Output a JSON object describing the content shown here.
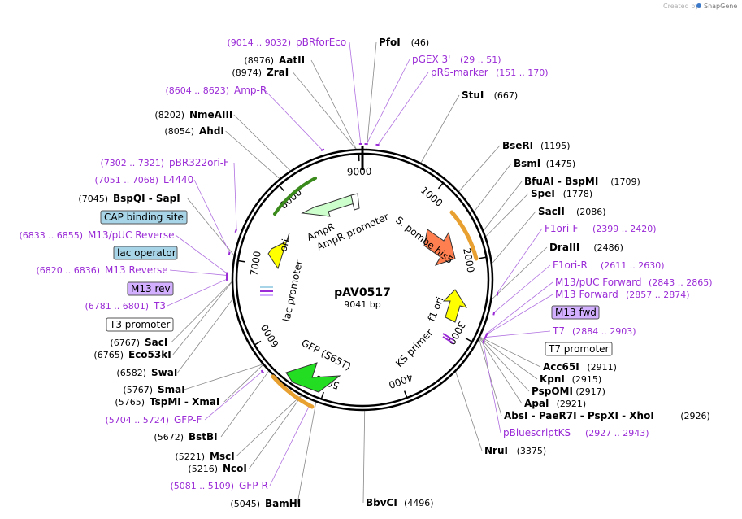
{
  "map": {
    "name": "pAV0517",
    "size_label": "9041 bp",
    "total_bp": 9041
  },
  "credit": {
    "prefix": "Created by",
    "brand": "SnapGene"
  },
  "ticks": [
    "1000",
    "2000",
    "3000",
    "4000",
    "5000",
    "6000",
    "7000",
    "8000",
    "9000"
  ],
  "enzymes": [
    {
      "name": "PfoI",
      "pos": "(46)",
      "bp": 46
    },
    {
      "name": "StuI",
      "pos": "(667)",
      "bp": 667
    },
    {
      "name": "BseRI",
      "pos": "(1195)",
      "bp": 1195
    },
    {
      "name": "BsmI",
      "pos": "(1475)",
      "bp": 1475
    },
    {
      "name": "BfuAI - BspMI",
      "pos": "(1709)",
      "bp": 1709
    },
    {
      "name": "SpeI",
      "pos": "(1778)",
      "bp": 1778
    },
    {
      "name": "SacII",
      "pos": "(2086)",
      "bp": 2086
    },
    {
      "name": "DraIII",
      "pos": "(2486)",
      "bp": 2486
    },
    {
      "name": "Acc65I",
      "pos": "(2911)",
      "bp": 2911
    },
    {
      "name": "KpnI",
      "pos": "(2915)",
      "bp": 2915
    },
    {
      "name": "PspOMI",
      "pos": "(2917)",
      "bp": 2917
    },
    {
      "name": "ApaI",
      "pos": "(2921)",
      "bp": 2921
    },
    {
      "name": "AbsI - PaeR7I - PspXI - XhoI",
      "pos": "(2926)",
      "bp": 2926
    },
    {
      "name": "NruI",
      "pos": "(3375)",
      "bp": 3375
    },
    {
      "name": "BbvCI",
      "pos": "(4496)",
      "bp": 4496
    },
    {
      "name": "BamHI",
      "pos": "(5045)",
      "bp": 5045
    },
    {
      "name": "NcoI",
      "pos": "(5216)",
      "bp": 5216
    },
    {
      "name": "MscI",
      "pos": "(5221)",
      "bp": 5221
    },
    {
      "name": "BstBI",
      "pos": "(5672)",
      "bp": 5672
    },
    {
      "name": "TspMI - XmaI",
      "pos": "(5765)",
      "bp": 5765
    },
    {
      "name": "SmaI",
      "pos": "(5767)",
      "bp": 5767
    },
    {
      "name": "SwaI",
      "pos": "(6582)",
      "bp": 6582
    },
    {
      "name": "Eco53kI",
      "pos": "(6765)",
      "bp": 6765
    },
    {
      "name": "SacI",
      "pos": "(6767)",
      "bp": 6767
    },
    {
      "name": "BspQI - SapI",
      "pos": "(7045)",
      "bp": 7045
    },
    {
      "name": "AhdI",
      "pos": "(8054)",
      "bp": 8054
    },
    {
      "name": "NmeAIII",
      "pos": "(8202)",
      "bp": 8202
    },
    {
      "name": "ZraI",
      "pos": "(8974)",
      "bp": 8974
    },
    {
      "name": "AatII",
      "pos": "(8976)",
      "bp": 8976
    }
  ],
  "primers": [
    {
      "name": "pBRforEco",
      "range": "(9014 .. 9032)",
      "bp": 9023
    },
    {
      "name": "pGEX 3'",
      "range": "(29 .. 51)",
      "bp": 40
    },
    {
      "name": "pRS-marker",
      "range": "(151 .. 170)",
      "bp": 160
    },
    {
      "name": "Amp-R",
      "range": "(8604 .. 8623)",
      "bp": 8613
    },
    {
      "name": "pBR322ori-F",
      "range": "(7302 .. 7321)",
      "bp": 7311
    },
    {
      "name": "L4440",
      "range": "(7051 .. 7068)",
      "bp": 7060
    },
    {
      "name": "M13/pUC Reverse",
      "range": "(6833 .. 6855)",
      "bp": 6844
    },
    {
      "name": "M13 Reverse",
      "range": "(6820 .. 6836)",
      "bp": 6828
    },
    {
      "name": "T3",
      "range": "(6781 .. 6801)",
      "bp": 6791
    },
    {
      "name": "GFP-F",
      "range": "(5704 .. 5724)",
      "bp": 5714
    },
    {
      "name": "GFP-R",
      "range": "(5081 .. 5109)",
      "bp": 5095
    },
    {
      "name": "F1ori-F",
      "range": "(2399 .. 2420)",
      "bp": 2410
    },
    {
      "name": "F1ori-R",
      "range": "(2611 .. 2630)",
      "bp": 2620
    },
    {
      "name": "M13/pUC Forward",
      "range": "(2843 .. 2865)",
      "bp": 2854
    },
    {
      "name": "M13 Forward",
      "range": "(2857 .. 2874)",
      "bp": 2865
    },
    {
      "name": "T7",
      "range": "(2884 .. 2903)",
      "bp": 2893
    },
    {
      "name": "pBluescriptKS",
      "range": "(2927 .. 2943)",
      "bp": 2935
    }
  ],
  "boxed_features": {
    "cap": "CAP binding site",
    "lacop": "lac operator",
    "m13rev": "M13 rev",
    "t3prom": "T3 promoter",
    "m13fwd": "M13 fwd",
    "t7prom": "T7 promoter"
  },
  "features": {
    "ampr": "AmpR",
    "ampr_promoter": "AmpR promoter",
    "ori": "ori",
    "lac_promoter": "lac promoter",
    "gfp": "GFP (S65T)",
    "pombe": "S. pombe his5",
    "f1ori": "f1 ori",
    "ks_primer": "KS primer"
  },
  "colors": {
    "primer": "#9a2bd6",
    "ampr": "#ccffcc",
    "ori": "#ffff00",
    "gfp": "#22dd22",
    "pombe": "#ff7f50",
    "f1ori": "#ffff00",
    "cap_box": "#a7d4e6",
    "m13_box": "#d2b0ff",
    "orange_arc": "#e8a030"
  }
}
